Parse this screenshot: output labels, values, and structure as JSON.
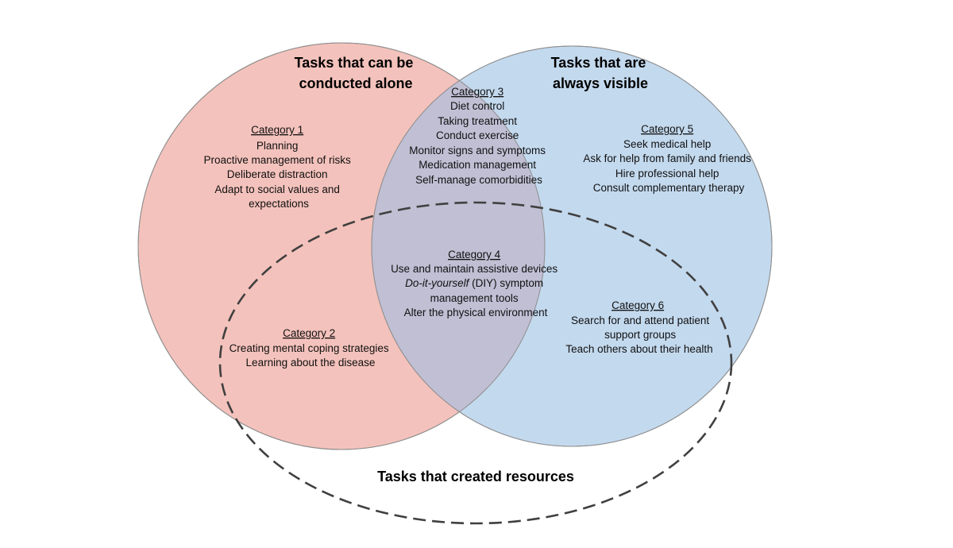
{
  "colors": {
    "alone_fill": "#F4C2BC",
    "visible_fill": "#C3D9EE",
    "overlap_fill": "#C0BFD4",
    "outline": "#8E8E8E",
    "dashed": "#404040"
  },
  "sets": {
    "alone": "Tasks that can be conducted alone",
    "alone_lines": [
      "Tasks that can be",
      "conducted alone"
    ],
    "visible": "Tasks that are always visible",
    "visible_lines": [
      "Tasks that are",
      "always visible"
    ],
    "resources": "Tasks that created resources"
  },
  "categories": [
    {
      "title": "Category 1",
      "items": [
        "Planning",
        "Proactive management of risks",
        "Deliberate distraction",
        "Adapt to social values and",
        "expectations"
      ]
    },
    {
      "title": "Category 2",
      "items": [
        "Creating mental coping strategies",
        "Learning about the disease"
      ]
    },
    {
      "title": "Category 3",
      "items": [
        "Diet control",
        "Taking treatment",
        "Conduct exercise",
        "Monitor signs and symptoms",
        "Medication management",
        "Self-manage comorbidities"
      ]
    },
    {
      "title": "Category 4",
      "items": [
        "Use and maintain assistive devices",
        "management tools",
        "Alter the physical environment"
      ],
      "diy_italic": "Do-it-yourself",
      "diy_rest": " (DIY) symptom"
    },
    {
      "title": "Category 5",
      "items": [
        "Seek medical help",
        "Ask for help from family and friends",
        "Hire professional help",
        "Consult complementary therapy"
      ]
    },
    {
      "title": "Category 6",
      "items": [
        "Search for and attend patient",
        "support groups",
        "Teach others about their health"
      ]
    }
  ]
}
